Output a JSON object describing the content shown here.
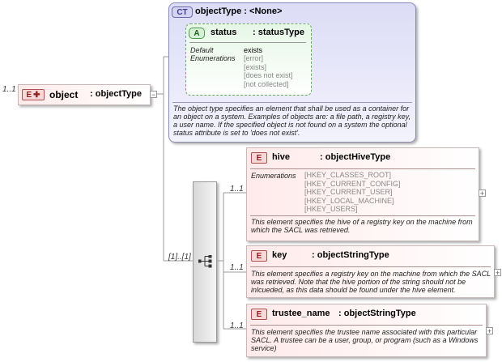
{
  "root": {
    "multiplicity": "1..1",
    "badge": "E",
    "name": "object",
    "type_label": ": objectType"
  },
  "complex_type": {
    "badge": "CT",
    "name": "objectType : <None>",
    "description": "The object type specifies an element that shall be used as a container for an object on a system. Examples of objects are: a file path, a registry key, a user name. If the specified object is not found on a system the optional status attribute is set to 'does not exist'."
  },
  "attribute": {
    "badge": "A",
    "name": "status",
    "type_label": ": statusType",
    "default_label": "Default",
    "default_value": "exists",
    "enumerations_label": "Enumerations",
    "enumerations": [
      "[error]",
      "[exists]",
      "[does not exist]",
      "[not collected]"
    ]
  },
  "sequence": {
    "multiplicity": "[1]..[1]",
    "icon": "sequence-icon"
  },
  "children": [
    {
      "multiplicity": "1..1",
      "badge": "E",
      "name": "hive",
      "type_label": ": objectHiveType",
      "enumerations_label": "Enumerations",
      "enumerations": [
        "[HKEY_CLASSES_ROOT]",
        "[HKEY_CURRENT_CONFIG]",
        "[HKEY_CURRENT_USER]",
        "[HKEY_LOCAL_MACHINE]",
        "[HKEY_USERS]"
      ],
      "description": "This element specifies the hive of a registry key on the machine from which the SACL was retrieved."
    },
    {
      "multiplicity": "1..1",
      "badge": "E",
      "name": "key",
      "type_label": ": objectStringType",
      "description": "This element specifies a registry key on the machine from which the SACL was retrieved.  Note that the hive portion of the string should not be inlcueded, as this data should be found under the hive element."
    },
    {
      "multiplicity": "1..1",
      "badge": "E",
      "name": "trustee_name",
      "type_label": ": objectStringType",
      "description": "This element specifies the trustee name associated with this particular SACL.  A trustee can be a user, group, or program (such as a Windows service)"
    }
  ],
  "expand_glyph": "+",
  "collapse_glyph": "−"
}
